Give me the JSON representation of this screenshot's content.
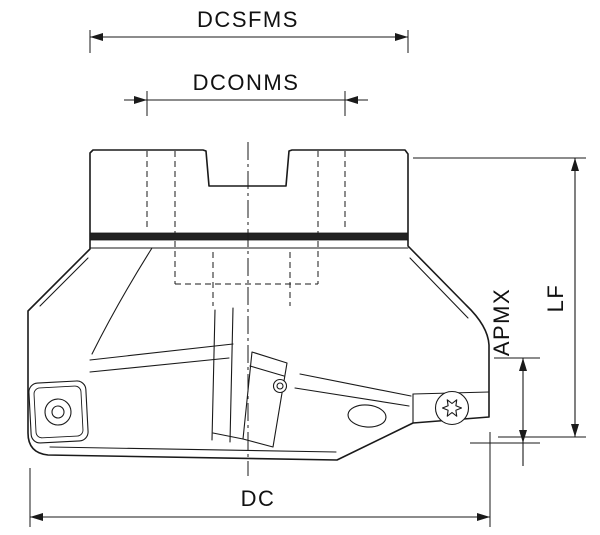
{
  "drawing": {
    "title": "milling-cutter-side-view",
    "labels": {
      "dcsfms": "DCSFMS",
      "dconms": "DCONMS",
      "lf": "LF",
      "apmx": "APMX",
      "dc": "DC"
    },
    "colors": {
      "line": "#1a1a1a",
      "background": "#ffffff",
      "groove_fill": "#222222"
    }
  }
}
